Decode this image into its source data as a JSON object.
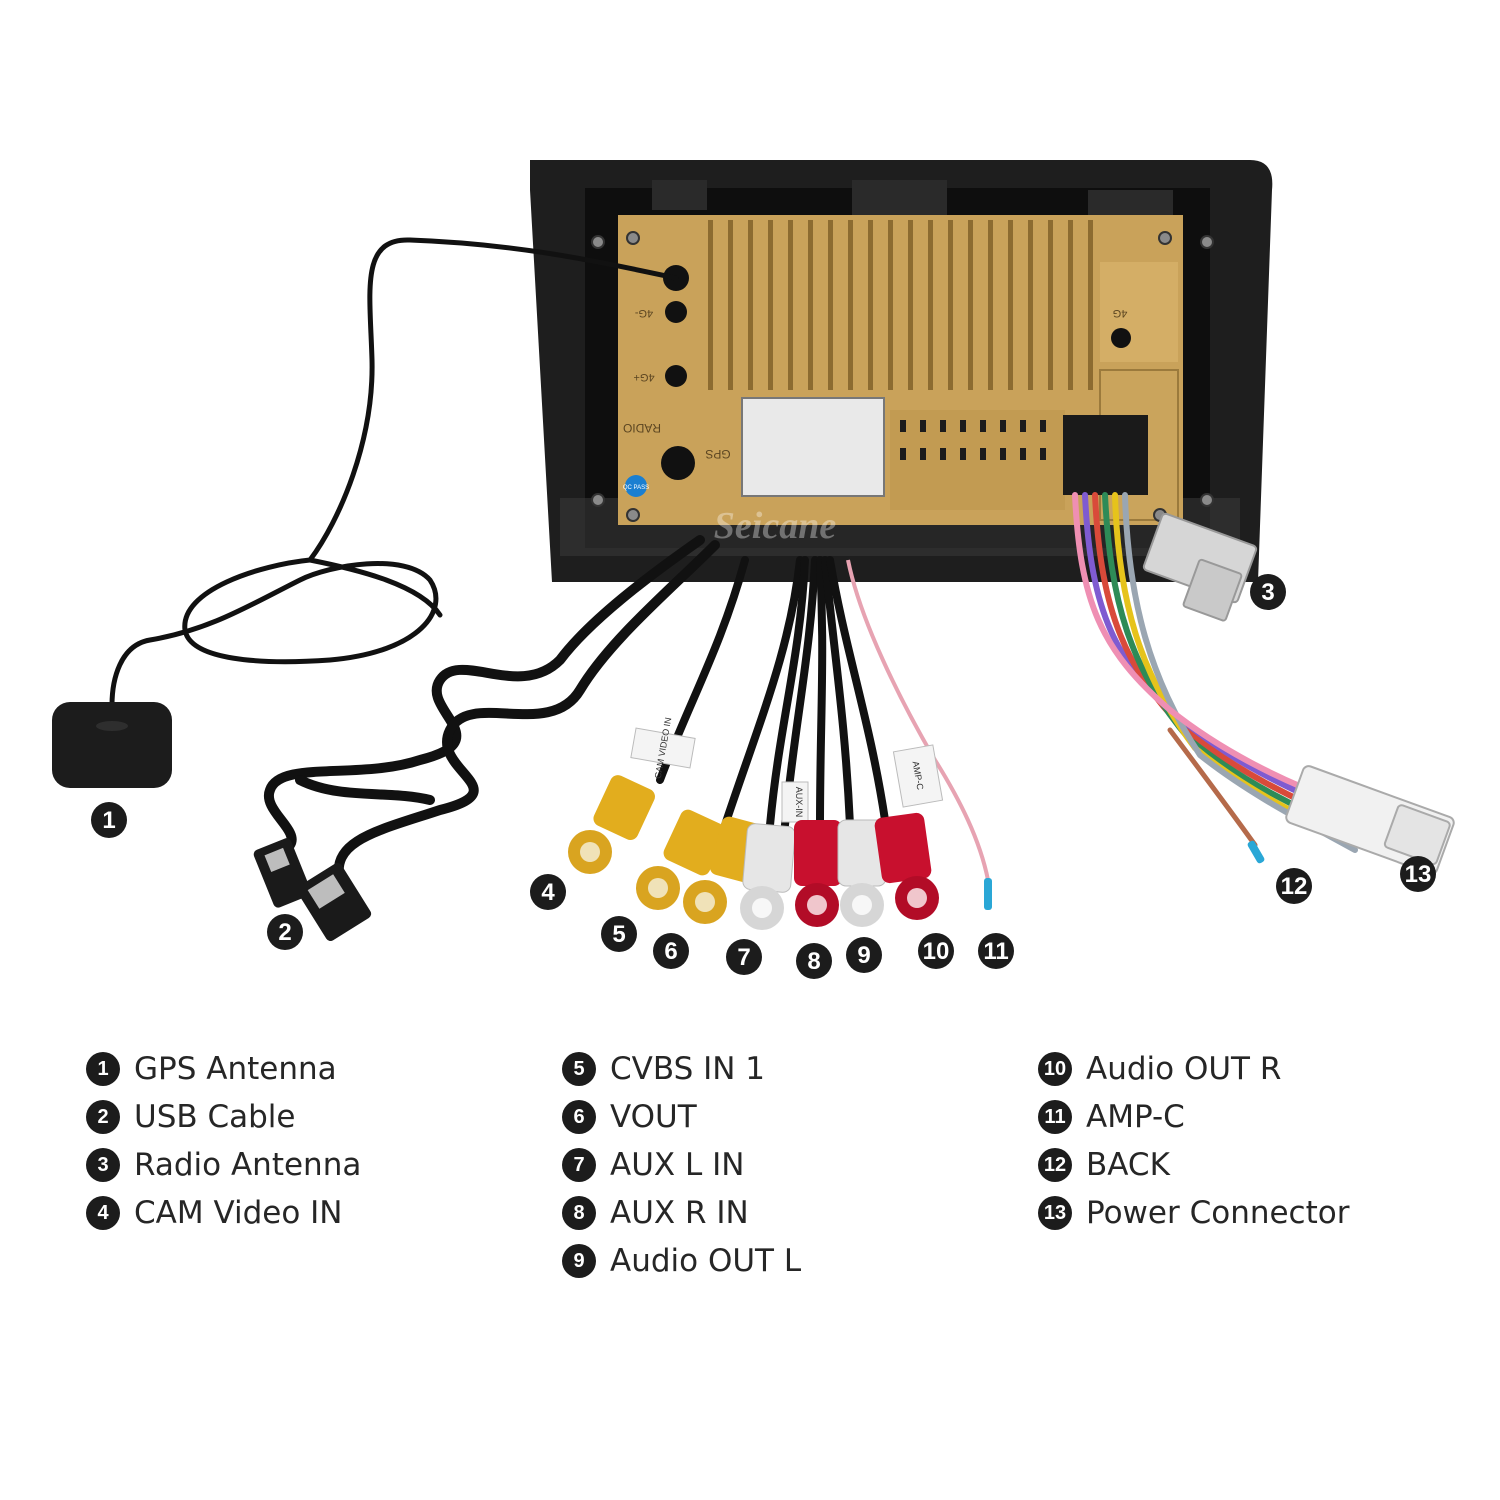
{
  "colors": {
    "casing": "#1e1e1e",
    "heatsink": "#c9a25a",
    "heatsink_dark": "#9b7a3c",
    "cable": "#111111",
    "rca_yellow": "#e2ad1e",
    "rca_red": "#c8102e",
    "rca_white": "#e6e6e6",
    "connector_white": "#f1f1f1",
    "pink_wire": "#e7a3b2",
    "callout_bg": "#1c1c1c",
    "callout_text": "#ffffff"
  },
  "brand_watermark": "Seicane",
  "unit_markings": {
    "radio": "RADIO",
    "gps": "GPS",
    "port_4g_minus": "4G-",
    "port_4g_plus": "4G+",
    "port_4g": "4G",
    "qc_sticker": "QC PASS"
  },
  "cable_tags": {
    "cam_video": "CAM VIDEO IN",
    "aux_in": "AUX-IN",
    "amp_c": "AMP-C"
  },
  "callouts": [
    {
      "num": "1"
    },
    {
      "num": "2"
    },
    {
      "num": "3"
    },
    {
      "num": "4"
    },
    {
      "num": "5"
    },
    {
      "num": "6"
    },
    {
      "num": "7"
    },
    {
      "num": "8"
    },
    {
      "num": "9"
    },
    {
      "num": "10"
    },
    {
      "num": "11"
    },
    {
      "num": "12"
    },
    {
      "num": "13"
    }
  ],
  "legend": {
    "col1": [
      {
        "num": "1",
        "label": "GPS Antenna"
      },
      {
        "num": "2",
        "label": "USB Cable"
      },
      {
        "num": "3",
        "label": "Radio Antenna"
      },
      {
        "num": "4",
        "label": "CAM Video IN"
      }
    ],
    "col2": [
      {
        "num": "5",
        "label": "CVBS IN 1"
      },
      {
        "num": "6",
        "label": "VOUT"
      },
      {
        "num": "7",
        "label": "AUX L IN"
      },
      {
        "num": "8",
        "label": "AUX R IN"
      },
      {
        "num": "9",
        "label": "Audio OUT L"
      }
    ],
    "col3": [
      {
        "num": "10",
        "label": "Audio OUT R"
      },
      {
        "num": "11",
        "label": "AMP-C"
      },
      {
        "num": "12",
        "label": "BACK"
      },
      {
        "num": "13",
        "label": "Power Connector"
      }
    ]
  }
}
